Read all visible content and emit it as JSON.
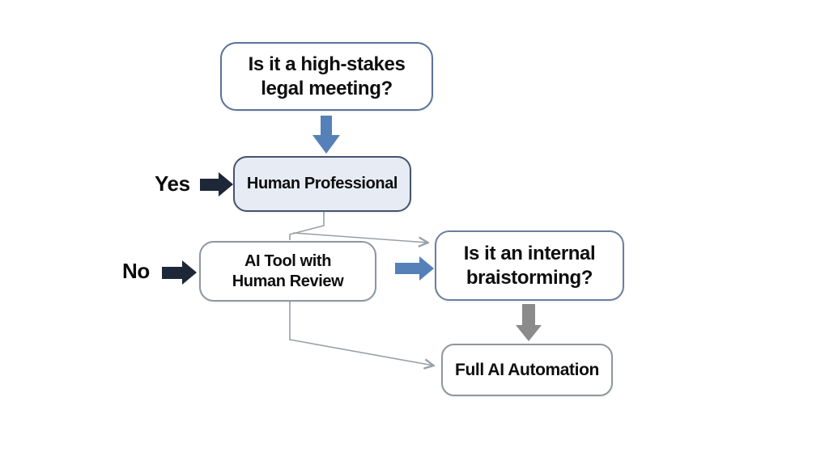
{
  "diagram": {
    "type": "flowchart",
    "background": "#ffffff",
    "nodes": [
      {
        "id": "high-stakes-question",
        "label": "Is it a high-stakes\nlegal meeting?",
        "shape": "rounded-rect",
        "fill": "#ffffff",
        "border": "#5a7399"
      },
      {
        "id": "human-professional",
        "label": "Human Professional",
        "shape": "rounded-rect",
        "fill": "#e7ecf4",
        "border": "#46536e"
      },
      {
        "id": "ai-tool-human-review",
        "label": "AI Tool with\nHuman Review",
        "shape": "rounded-rect",
        "fill": "#ffffff",
        "border": "#8f969d"
      },
      {
        "id": "internal-brainstorming-question",
        "label": "Is it an internal\nbraistorming?",
        "shape": "rounded-rect",
        "fill": "#ffffff",
        "border": "#6b7f9c"
      },
      {
        "id": "full-ai-automation",
        "label": "Full AI Automation",
        "shape": "rounded-rect",
        "fill": "#ffffff",
        "border": "#8f969d"
      }
    ],
    "branch_labels": {
      "yes": "Yes",
      "no": "No"
    },
    "edges": [
      {
        "from": "high-stakes-question",
        "to": "human-professional",
        "style": "block-arrow",
        "direction": "down",
        "color_key": "arrow_blue"
      },
      {
        "from": "Yes",
        "to": "human-professional",
        "style": "block-arrow",
        "direction": "right",
        "color_key": "arrow_dark"
      },
      {
        "from": "No",
        "to": "ai-tool-human-review",
        "style": "block-arrow",
        "direction": "right",
        "color_key": "arrow_dark"
      },
      {
        "from": "human-professional",
        "to": "ai-tool-human-review",
        "style": "thin-line",
        "color_key": "line_gray"
      },
      {
        "from": "human-professional",
        "to": "internal-brainstorming-question",
        "style": "thin-arrow",
        "color_key": "line_gray"
      },
      {
        "from": "ai-tool-human-review",
        "to": "internal-brainstorming-question",
        "style": "block-arrow",
        "direction": "right",
        "color_key": "arrow_blue"
      },
      {
        "from": "internal-brainstorming-question",
        "to": "full-ai-automation",
        "style": "block-arrow",
        "direction": "down",
        "color_key": "arrow_gray"
      },
      {
        "from": "ai-tool-human-review",
        "to": "full-ai-automation",
        "style": "thin-arrow",
        "color_key": "line_gray"
      }
    ],
    "colors": {
      "arrow_blue": "#5580b8",
      "arrow_dark": "#1e2737",
      "arrow_gray": "#8b8b8b",
      "line_gray": "#98a0a8",
      "text": "#0e0e0e"
    }
  }
}
